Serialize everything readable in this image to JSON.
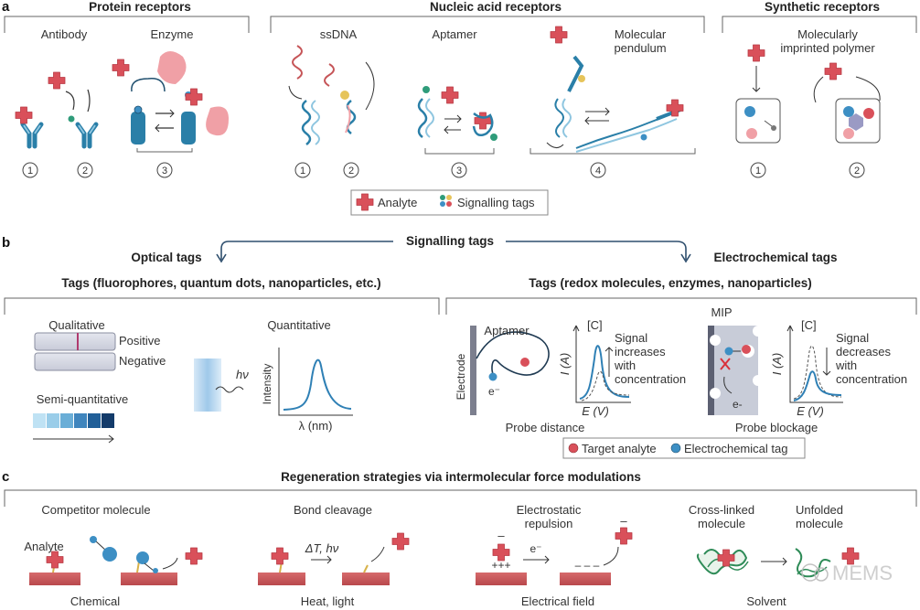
{
  "panel_a": {
    "label": "a",
    "protein": {
      "title": "Protein receptors",
      "sub": [
        "Antibody",
        "Enzyme"
      ],
      "nums": [
        "1",
        "2",
        "3"
      ]
    },
    "nucleic": {
      "title": "Nucleic acid receptors",
      "sub": [
        "ssDNA",
        "Aptamer",
        "Molecular",
        "pendulum"
      ],
      "nums": [
        "1",
        "2",
        "3",
        "4"
      ]
    },
    "synthetic": {
      "title": "Synthetic receptors",
      "sub": [
        "Molecularly",
        "imprinted polymer"
      ],
      "nums": [
        "1",
        "2"
      ]
    },
    "legend": [
      "Analyte",
      "Signalling tags"
    ]
  },
  "panel_b": {
    "label": "b",
    "center": "Signalling tags",
    "optical": {
      "title": "Optical tags",
      "subtitle": "Tags (fluorophores, quantum dots, nanoparticles, etc.)",
      "qualitative": "Qualitative",
      "positive": "Positive",
      "negative": "Negative",
      "semi": "Semi-quantitative",
      "quantitative": "Quantitative",
      "hv": "hν",
      "ylabel": "Intensity",
      "xlabel": "λ (nm)"
    },
    "electro": {
      "title": "Electrochemical tags",
      "subtitle": "Tags (redox molecules, enzymes, nanoparticles)",
      "aptamer": "Aptamer",
      "electrode": "Electrode",
      "electron": "e⁻",
      "conc": "[C]",
      "ia": "I (A)",
      "ev": "E (V)",
      "signal_inc": [
        "Signal",
        "increases",
        "with",
        "concentration"
      ],
      "probe_distance": "Probe distance",
      "mip": "MIP",
      "electron2": "e-",
      "signal_dec": [
        "Signal",
        "decreases",
        "with",
        "concentration"
      ],
      "probe_blockage": "Probe blockage",
      "legend": [
        "Target analyte",
        "Electrochemical tag"
      ]
    }
  },
  "panel_c": {
    "label": "c",
    "title": "Regeneration strategies via intermolecular force modulations",
    "items": [
      {
        "head": "Competitor molecule",
        "foot": "Chemical",
        "extra": "Analyte"
      },
      {
        "head": "Bond cleavage",
        "foot": "Heat, light",
        "extra": "ΔT, hν"
      },
      {
        "head1": "Electrostatic",
        "head2": "repulsion",
        "foot": "Electrical field",
        "extra": "e⁻",
        "plus": "+++",
        "minus_line": "– – –",
        "neg": "–"
      },
      {
        "head1": "Cross-linked",
        "head2": "molecule",
        "head3": "Unfolded",
        "head4": "molecule",
        "foot": "Solvent"
      }
    ],
    "watermark": "MEMS"
  },
  "colors": {
    "analyte": "#d9505a",
    "receptor": "#2a7fa8",
    "receptor_light": "#8fc6e0",
    "enzyme": "#f0a0a6",
    "surface": "#c65558",
    "tag_blue": "#3d8fc4",
    "curve": "#2f80b5"
  }
}
